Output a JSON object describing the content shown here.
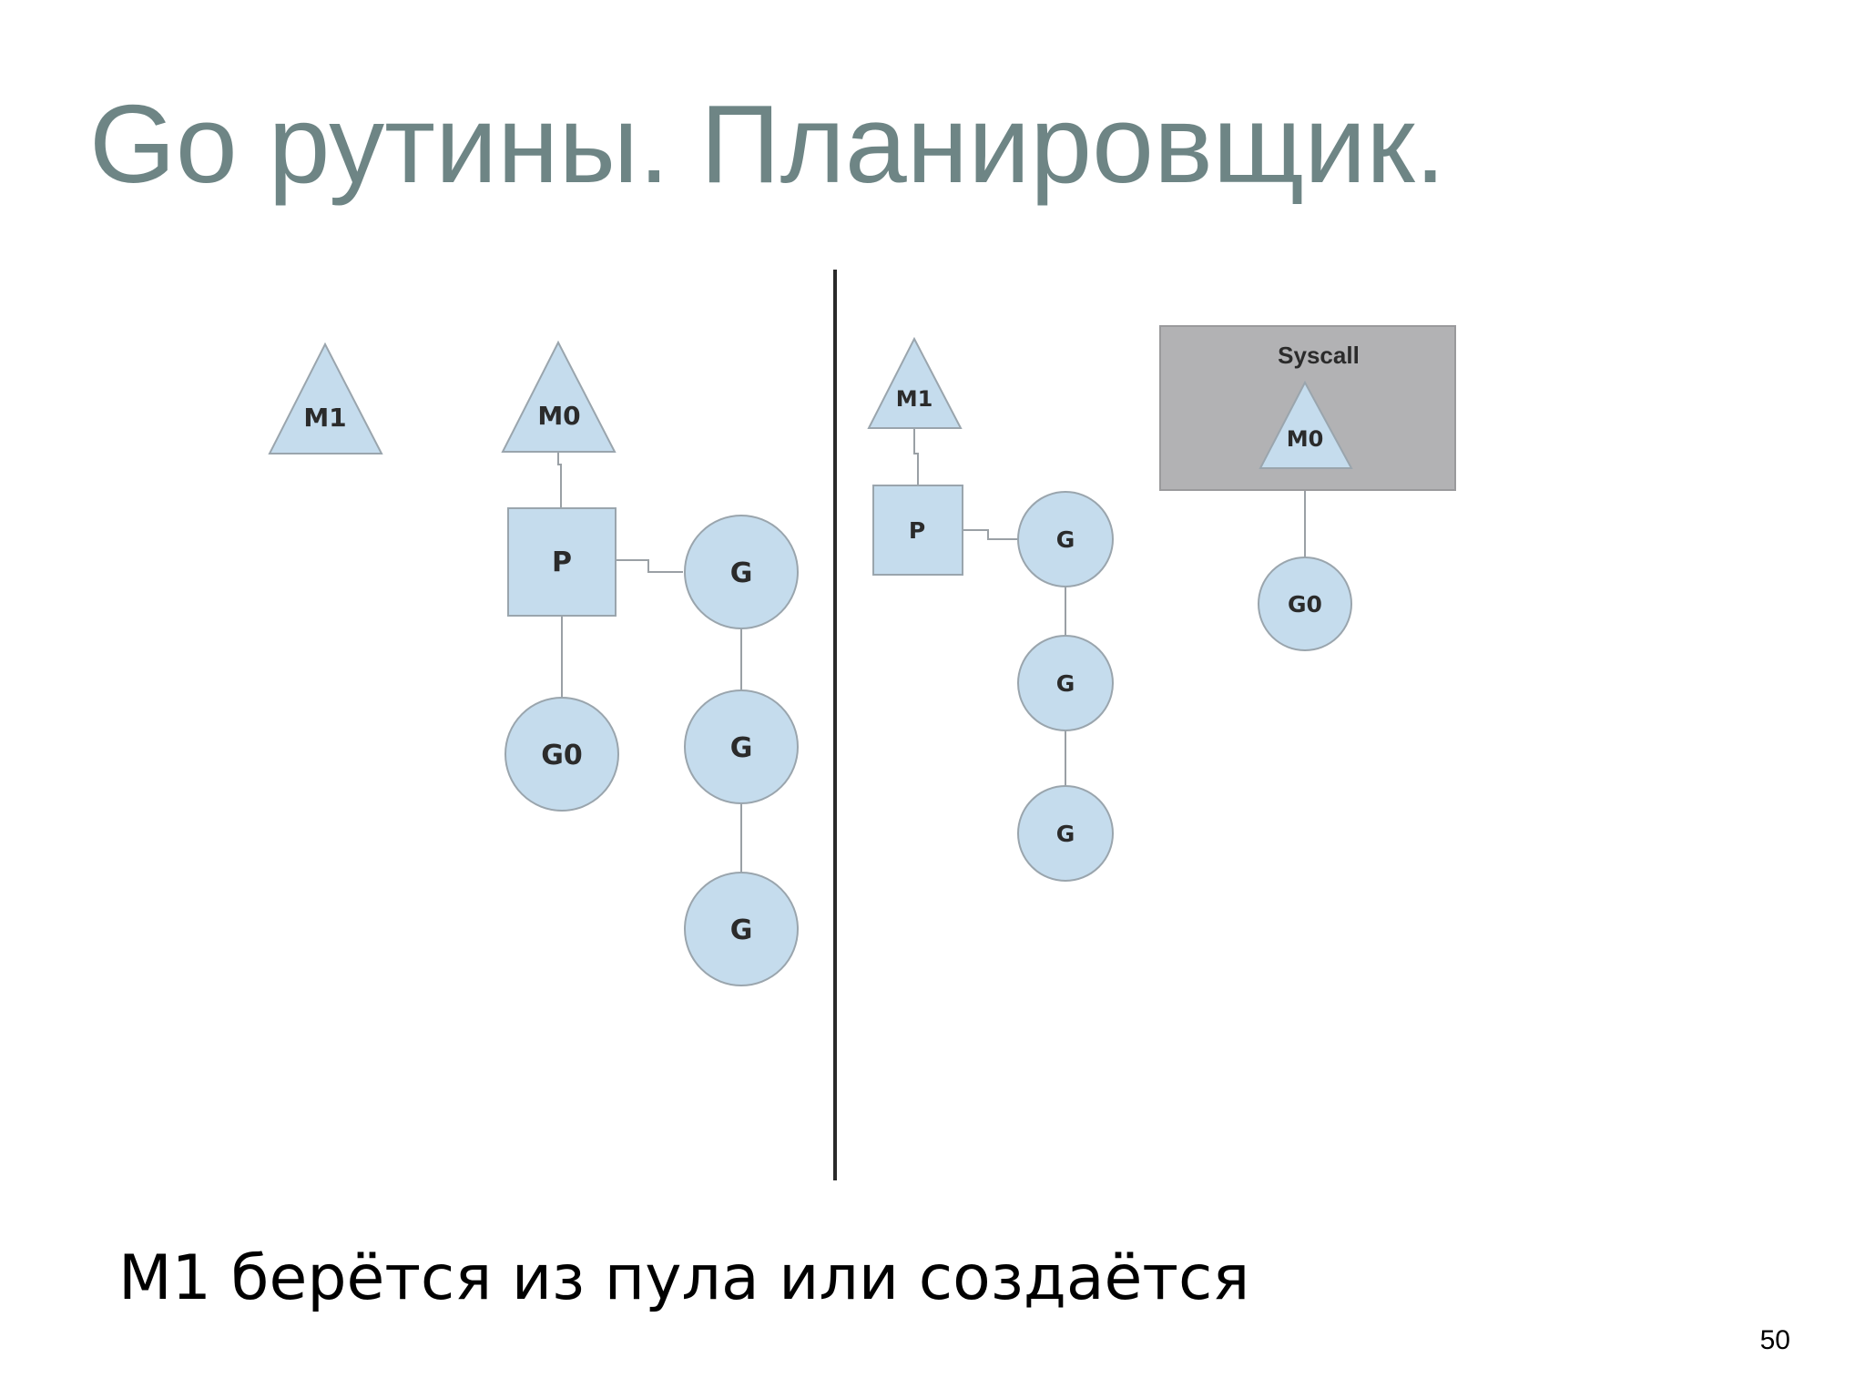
{
  "slide": {
    "title": "Go рутины. Планировщик.",
    "caption": "M1 берётся из пула или создаётся",
    "page_number": "50"
  },
  "diagram": {
    "colors": {
      "node_fill": "#c5dced",
      "node_stroke": "#9aa5ad",
      "syscall_fill": "#b2b2b4",
      "line": "#9aa0a5",
      "divider": "#2a2a2a"
    },
    "left_panel": {
      "m1": "M1",
      "m0": "M0",
      "p": "P",
      "g0": "G0",
      "queue": [
        "G",
        "G",
        "G"
      ]
    },
    "right_panel": {
      "m1": "M1",
      "p": "P",
      "queue": [
        "G",
        "G",
        "G"
      ],
      "syscall_label": "Syscall",
      "m0": "M0",
      "g0": "G0"
    }
  }
}
